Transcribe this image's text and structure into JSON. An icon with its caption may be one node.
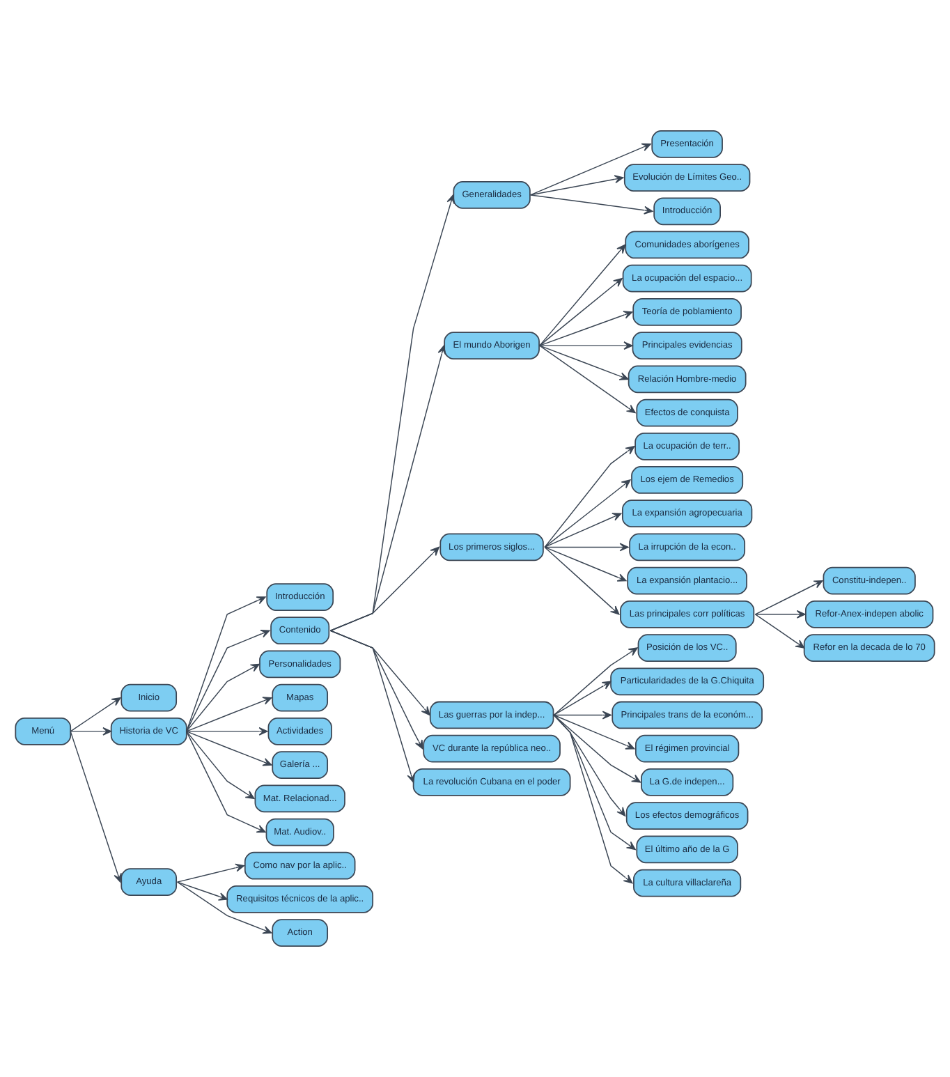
{
  "diagram": {
    "nodes": [
      {
        "text": [
          "Menú"
        ]
      },
      {
        "text": [
          "Inicio"
        ]
      },
      {
        "text": [
          "Historia de VC"
        ]
      },
      {
        "text": [
          "Ayuda"
        ]
      },
      {
        "text": [
          "Introducción"
        ]
      },
      {
        "text": [
          "Contenido"
        ]
      },
      {
        "text": [
          "Personalidades"
        ]
      },
      {
        "text": [
          "Mapas"
        ]
      },
      {
        "text": [
          "Actividades"
        ]
      },
      {
        "text": [
          "Galería ..."
        ]
      },
      {
        "text": [
          "Mat. Relacionad..."
        ]
      },
      {
        "text": [
          "Mat. Audiov.."
        ]
      },
      {
        "text": [
          "Como nav por la aplic.."
        ]
      },
      {
        "text": [
          "Requisitos técnicos de la aplic.."
        ]
      },
      {
        "text": [
          "Action"
        ]
      },
      {
        "text": [
          "Generalidades"
        ]
      },
      {
        "text": [
          "El mundo Aborigen"
        ]
      },
      {
        "text": [
          "Los primeros siglos..."
        ]
      },
      {
        "text": [
          "Las guerras por la indep..."
        ]
      },
      {
        "text": [
          "VC durante la república neo.."
        ]
      },
      {
        "text": [
          "La revolución Cubana en el poder"
        ]
      },
      {
        "text": [
          "Presentación"
        ]
      },
      {
        "text": [
          "Evolución de Límites Geo.."
        ]
      },
      {
        "text": [
          "Introducción"
        ]
      },
      {
        "text": [
          "Comunidades aborígenes"
        ]
      },
      {
        "text": [
          "La ocupación del espacio..."
        ]
      },
      {
        "text": [
          "Teoría de poblamiento"
        ]
      },
      {
        "text": [
          "Principales evidencias"
        ]
      },
      {
        "text": [
          "Relación Hombre-medio"
        ]
      },
      {
        "text": [
          "Efectos de conquista"
        ]
      },
      {
        "text": [
          "La ocupación de terr.."
        ]
      },
      {
        "text": [
          "Los ejem de Remedios"
        ]
      },
      {
        "text": [
          "La expansión agropecuaria"
        ]
      },
      {
        "text": [
          "La irrupción de la econ.."
        ]
      },
      {
        "text": [
          "La expansión plantacio..."
        ]
      },
      {
        "text": [
          "Las principales corr políticas"
        ]
      },
      {
        "text": [
          "Constitu-indepen.."
        ]
      },
      {
        "text": [
          "Refor-Anex-indepen abolic"
        ]
      },
      {
        "text": [
          "Refor en la decada de lo 70"
        ]
      },
      {
        "text": [
          "Posición de los VC.."
        ]
      },
      {
        "text": [
          "Particularidades de la G.Chiquita"
        ]
      },
      {
        "text": [
          "Principales trans de la económ..."
        ]
      },
      {
        "text": [
          "El régimen provincial"
        ]
      },
      {
        "text": [
          "La G.de indepen..."
        ]
      },
      {
        "text": [
          "Los efectos demográficos"
        ]
      },
      {
        "text": [
          "El último año de la G"
        ]
      },
      {
        "text": [
          "La cultura villaclareña"
        ]
      }
    ],
    "edges": [
      {
        "from": 0,
        "to": 1,
        "arrow": "to"
      },
      {
        "from": 0,
        "to": 2,
        "arrow": "to"
      },
      {
        "from": 0,
        "to": 3,
        "arrow": "to"
      },
      {
        "from": 2,
        "to": 4,
        "arrow": "to"
      },
      {
        "from": 2,
        "to": 5,
        "arrow": "to"
      },
      {
        "from": 2,
        "to": 6,
        "arrow": "to"
      },
      {
        "from": 2,
        "to": 7,
        "arrow": "to"
      },
      {
        "from": 2,
        "to": 8,
        "arrow": "to"
      },
      {
        "from": 2,
        "to": 9,
        "arrow": "to"
      },
      {
        "from": 2,
        "to": 10,
        "arrow": "to"
      },
      {
        "from": 2,
        "to": 11,
        "arrow": "to"
      },
      {
        "from": 3,
        "to": 12,
        "arrow": "to"
      },
      {
        "from": 3,
        "to": 13,
        "arrow": "to"
      },
      {
        "from": 3,
        "to": 14,
        "arrow": "to"
      },
      {
        "from": 5,
        "to": 15,
        "arrow": "to"
      },
      {
        "from": 5,
        "to": 16,
        "arrow": "to"
      },
      {
        "from": 5,
        "to": 17,
        "arrow": "to"
      },
      {
        "from": 5,
        "to": 18,
        "arrow": "to"
      },
      {
        "from": 5,
        "to": 19,
        "arrow": "to"
      },
      {
        "from": 5,
        "to": 20,
        "arrow": "to"
      },
      {
        "from": 15,
        "to": 21,
        "arrow": "to"
      },
      {
        "from": 15,
        "to": 22,
        "arrow": "to"
      },
      {
        "from": 15,
        "to": 23,
        "arrow": "to"
      },
      {
        "from": 16,
        "to": 24,
        "arrow": "to"
      },
      {
        "from": 16,
        "to": 25,
        "arrow": "to"
      },
      {
        "from": 16,
        "to": 26,
        "arrow": "to"
      },
      {
        "from": 16,
        "to": 27,
        "arrow": "to"
      },
      {
        "from": 16,
        "to": 28,
        "arrow": "to"
      },
      {
        "from": 16,
        "to": 29,
        "arrow": "to"
      },
      {
        "from": 17,
        "to": 30,
        "arrow": "to"
      },
      {
        "from": 17,
        "to": 31,
        "arrow": "to"
      },
      {
        "from": 17,
        "to": 32,
        "arrow": "to"
      },
      {
        "from": 17,
        "to": 33,
        "arrow": "to"
      },
      {
        "from": 17,
        "to": 34,
        "arrow": "to"
      },
      {
        "from": 17,
        "to": 35,
        "arrow": "to"
      },
      {
        "from": 35,
        "to": 36,
        "arrow": "to"
      },
      {
        "from": 35,
        "to": 37,
        "arrow": "to"
      },
      {
        "from": 35,
        "to": 38,
        "arrow": "to"
      },
      {
        "from": 18,
        "to": 39,
        "arrow": "to"
      },
      {
        "from": 18,
        "to": 40,
        "arrow": "to"
      },
      {
        "from": 18,
        "to": 41,
        "arrow": "to"
      },
      {
        "from": 18,
        "to": 42,
        "arrow": "to"
      },
      {
        "from": 18,
        "to": 43,
        "arrow": "to"
      },
      {
        "from": 18,
        "to": 44,
        "arrow": "to"
      },
      {
        "from": 18,
        "to": 45,
        "arrow": "to"
      },
      {
        "from": 18,
        "to": 46,
        "arrow": "to"
      }
    ]
  }
}
